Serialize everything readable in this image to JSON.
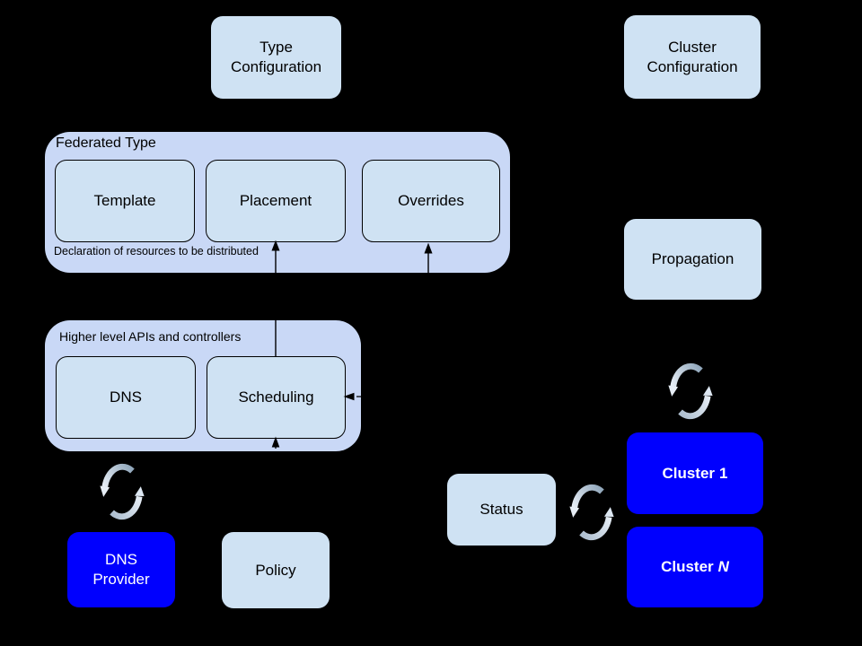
{
  "colors": {
    "background": "#000000",
    "container_fill": "#c9d8f6",
    "box_fill": "#cfe2f3",
    "cluster_fill": "#0000fe",
    "text_dark": "#000000",
    "text_light": "#ffffff",
    "sync_icon_dark": "#93a9bd",
    "sync_icon_light": "#e7eef6",
    "arrow_line": "#000000"
  },
  "containers": {
    "federated_type": {
      "title": "Federated Type",
      "caption": "Declaration of resources to be distributed"
    },
    "higher_apis": {
      "title": "Higher level APIs and controllers"
    }
  },
  "boxes": {
    "type_config": {
      "line1": "Type",
      "line2": "Configuration"
    },
    "cluster_config": {
      "line1": "Cluster",
      "line2": "Configuration"
    },
    "template": {
      "label": "Template"
    },
    "placement": {
      "label": "Placement"
    },
    "overrides": {
      "label": "Overrides"
    },
    "propagation": {
      "label": "Propagation"
    },
    "dns": {
      "label": "DNS"
    },
    "scheduling": {
      "label": "Scheduling"
    },
    "status": {
      "label": "Status"
    },
    "policy": {
      "label": "Policy"
    },
    "dns_provider": {
      "line1": "DNS",
      "line2": "Provider"
    },
    "cluster_1": {
      "prefix": "Cluster",
      "suffix": "1"
    },
    "cluster_n": {
      "prefix": "Cluster",
      "suffix": "N"
    }
  },
  "icons": {
    "sync": "sync-cycle-icon"
  }
}
